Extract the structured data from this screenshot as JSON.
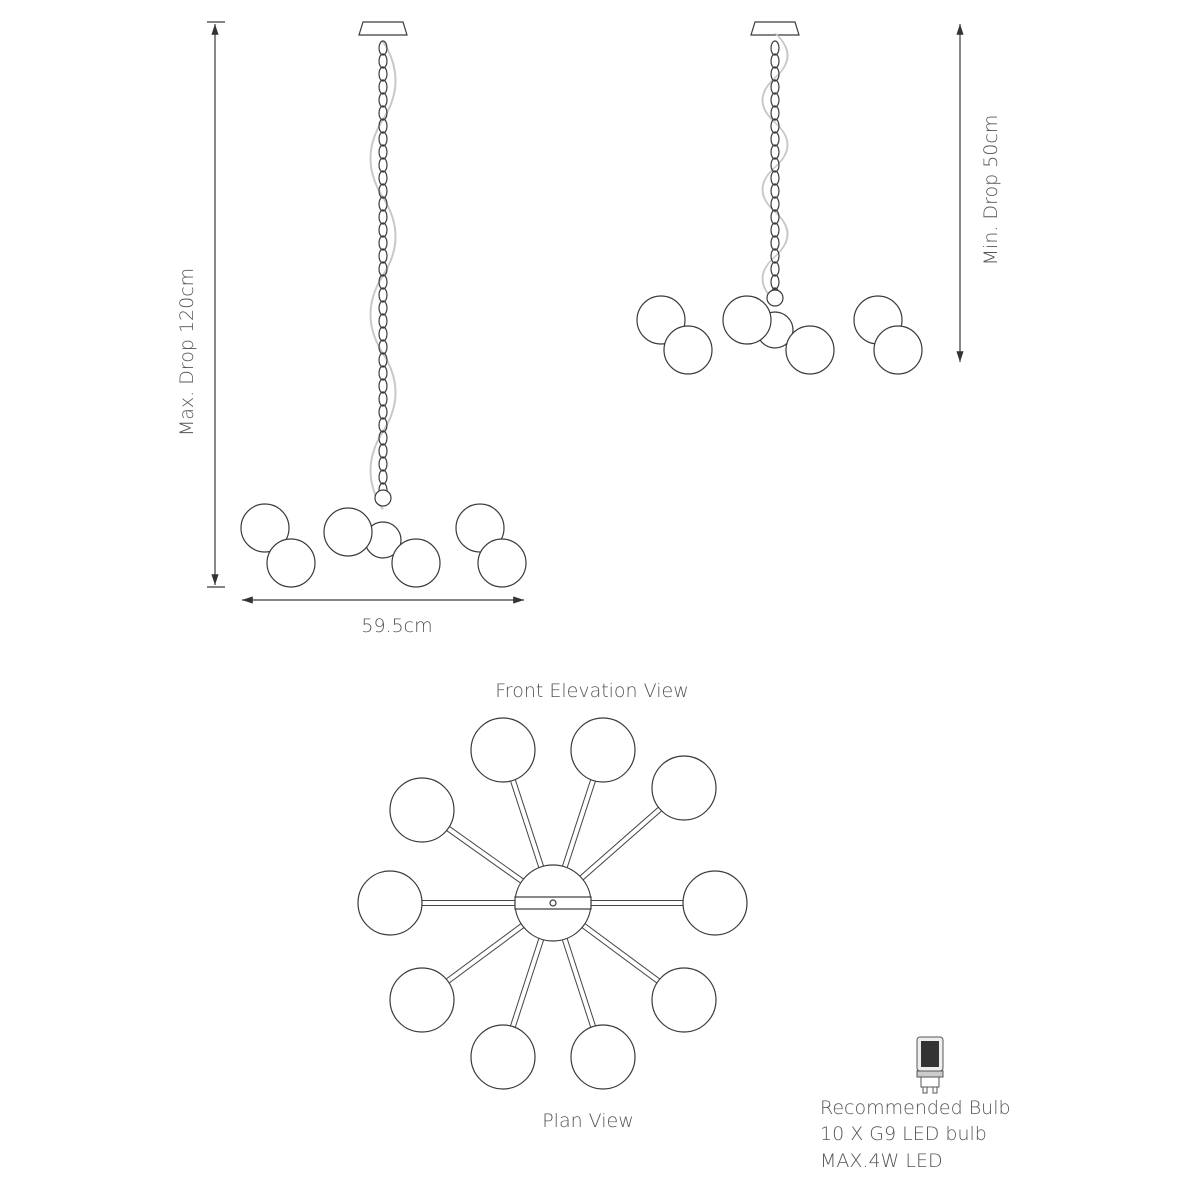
{
  "dimensions": {
    "max_drop": "Max. Drop 120cm",
    "min_drop": "Min. Drop 50cm",
    "width": "59.5cm"
  },
  "views": {
    "front": "Front Elevation View",
    "plan": "Plan View"
  },
  "bulb": {
    "title": "Recommended Bulb",
    "quantity": "10 X G9 LED bulb",
    "wattage": "MAX.4W LED"
  }
}
